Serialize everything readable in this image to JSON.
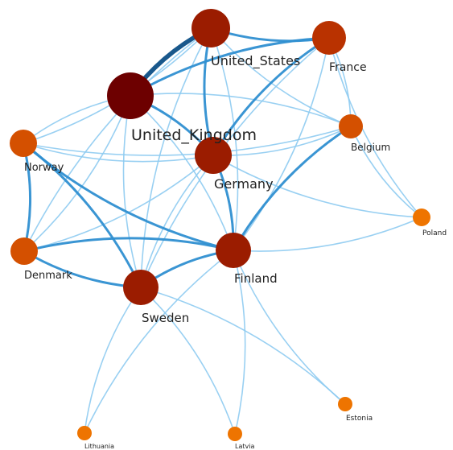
{
  "palette": {
    "edge_strong": "#0d4f86",
    "edge_mid": "#2f8fd1",
    "edge_light": "#8ecbf1",
    "node_darkest": "#6d0000",
    "node_dark": "#9b1c00",
    "node_mid": "#b93200",
    "node_orange": "#d45000",
    "node_light": "#ee7400"
  },
  "nodes": [
    {
      "id": "United_States",
      "label": "United_States"
    },
    {
      "id": "France",
      "label": "France"
    },
    {
      "id": "United_Kingdom",
      "label": "United_Kingdom"
    },
    {
      "id": "Belgium",
      "label": "Belgium"
    },
    {
      "id": "Norway",
      "label": "Norway"
    },
    {
      "id": "Germany",
      "label": "Germany"
    },
    {
      "id": "Poland",
      "label": "Poland"
    },
    {
      "id": "Denmark",
      "label": "Denmark"
    },
    {
      "id": "Finland",
      "label": "Finland"
    },
    {
      "id": "Sweden",
      "label": "Sweden"
    },
    {
      "id": "Estonia",
      "label": "Estonia"
    },
    {
      "id": "Lithuania",
      "label": "Lithuania"
    },
    {
      "id": "Latvia",
      "label": "Latvia"
    }
  ],
  "edges": [
    {
      "source": "United_States",
      "target": "United_Kingdom",
      "weight": "strong"
    },
    {
      "source": "United_Kingdom",
      "target": "France",
      "weight": "mid"
    },
    {
      "source": "United_States",
      "target": "France",
      "weight": "mid"
    },
    {
      "source": "United_Kingdom",
      "target": "Germany",
      "weight": "mid"
    },
    {
      "source": "France",
      "target": "Germany",
      "weight": "mid"
    },
    {
      "source": "Germany",
      "target": "United_States",
      "weight": "mid"
    },
    {
      "source": "United_States",
      "target": "Sweden",
      "weight": "light"
    },
    {
      "source": "United_States",
      "target": "Finland",
      "weight": "light"
    },
    {
      "source": "United_States",
      "target": "Belgium",
      "weight": "light"
    },
    {
      "source": "United_States",
      "target": "Norway",
      "weight": "light"
    },
    {
      "source": "United_States",
      "target": "Denmark",
      "weight": "light"
    },
    {
      "source": "France",
      "target": "Belgium",
      "weight": "light"
    },
    {
      "source": "France",
      "target": "Poland",
      "weight": "light"
    },
    {
      "source": "France",
      "target": "Finland",
      "weight": "light"
    },
    {
      "source": "France",
      "target": "Sweden",
      "weight": "light"
    },
    {
      "source": "United_Kingdom",
      "target": "Belgium",
      "weight": "light"
    },
    {
      "source": "United_Kingdom",
      "target": "Norway",
      "weight": "light"
    },
    {
      "source": "United_Kingdom",
      "target": "Denmark",
      "weight": "light"
    },
    {
      "source": "United_Kingdom",
      "target": "Sweden",
      "weight": "light"
    },
    {
      "source": "United_Kingdom",
      "target": "Finland",
      "weight": "light"
    },
    {
      "source": "Belgium",
      "target": "Poland",
      "weight": "light"
    },
    {
      "source": "Belgium",
      "target": "Germany",
      "weight": "light"
    },
    {
      "source": "Belgium",
      "target": "Finland",
      "weight": "mid"
    },
    {
      "source": "Belgium",
      "target": "Norway",
      "weight": "light"
    },
    {
      "source": "Norway",
      "target": "Germany",
      "weight": "light"
    },
    {
      "source": "Norway",
      "target": "Sweden",
      "weight": "mid"
    },
    {
      "source": "Norway",
      "target": "Finland",
      "weight": "mid"
    },
    {
      "source": "Norway",
      "target": "Denmark",
      "weight": "mid"
    },
    {
      "source": "Germany",
      "target": "Poland",
      "weight": "light"
    },
    {
      "source": "Germany",
      "target": "Finland",
      "weight": "mid"
    },
    {
      "source": "Germany",
      "target": "Sweden",
      "weight": "light"
    },
    {
      "source": "Germany",
      "target": "Denmark",
      "weight": "light"
    },
    {
      "source": "Finland",
      "target": "Poland",
      "weight": "light"
    },
    {
      "source": "Denmark",
      "target": "Finland",
      "weight": "mid"
    },
    {
      "source": "Denmark",
      "target": "Sweden",
      "weight": "mid"
    },
    {
      "source": "Sweden",
      "target": "Finland",
      "weight": "mid"
    },
    {
      "source": "Finland",
      "target": "Estonia",
      "weight": "light"
    },
    {
      "source": "Finland",
      "target": "Latvia",
      "weight": "light"
    },
    {
      "source": "Finland",
      "target": "Lithuania",
      "weight": "light"
    },
    {
      "source": "Sweden",
      "target": "Estonia",
      "weight": "light"
    },
    {
      "source": "Sweden",
      "target": "Lithuania",
      "weight": "light"
    },
    {
      "source": "Sweden",
      "target": "Latvia",
      "weight": "light"
    }
  ]
}
